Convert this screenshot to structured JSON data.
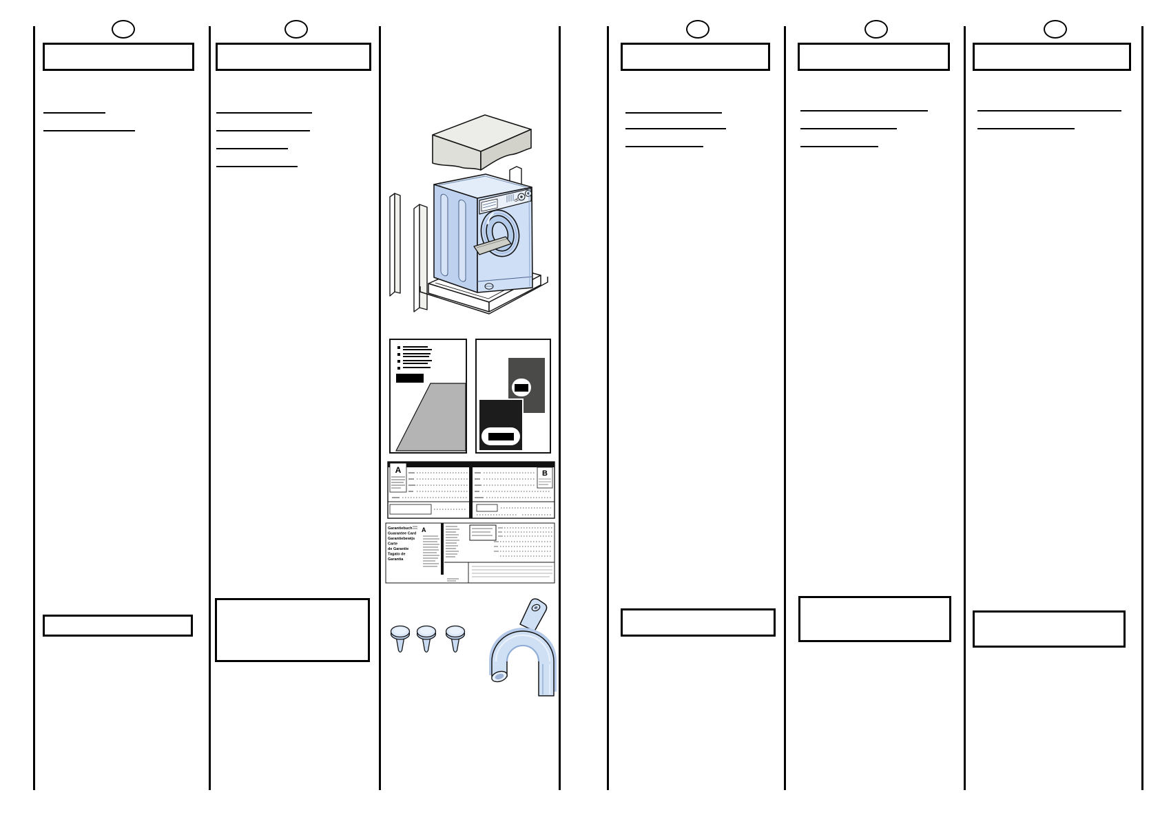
{
  "document": {
    "page_marker_count": 5,
    "columns_with_text_stripped": 5
  },
  "form": {
    "section_a_label": "A",
    "section_b_label": "B",
    "card_section_label": "A",
    "guarantee_titles": [
      "Garantiebuch",
      "Guarantee Card",
      "Garantiebewijs",
      "Carte",
      "de Garantie",
      "Tagato de",
      "Garantia"
    ]
  },
  "illustrations": {
    "machine": "washing-machine-with-transit-packaging",
    "leaflet": "instruction-leaflet-sheet",
    "booklets": "warranty-booklets",
    "warranty_form": "guarantee-card-form",
    "caps": "transit-hole-caps",
    "caps_count": 3,
    "bracket": "drain-hose-bracket"
  },
  "colors": {
    "appliance_blue": "#cfe0f5",
    "appliance_blue_dark": "#b1c8ea",
    "packaging_gray": "#e9e9e4",
    "leaflet_gray": "#b4b4b4",
    "booklet_dark_gray": "#4a4a48",
    "booklet_black": "#1c1c1c",
    "line_black": "#111111"
  }
}
